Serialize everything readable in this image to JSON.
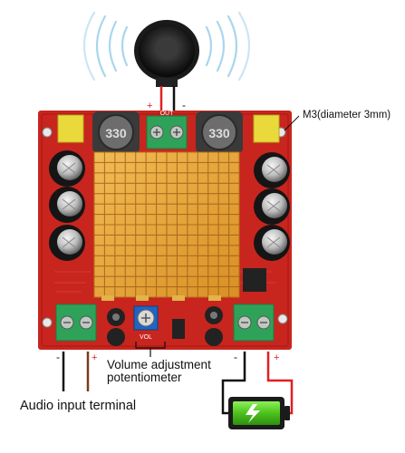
{
  "labels": {
    "mount_hole": "M3(diameter 3mm)",
    "volume_line1": "Volume adjustment",
    "volume_line2": "potentiometer",
    "audio_input": "Audio input terminal"
  },
  "board_marks": {
    "out_label": "OUT",
    "inductor_left": "330",
    "inductor_right": "330",
    "vol_mark": "VOL",
    "plus": "+",
    "minus": "-"
  },
  "colors": {
    "pcb": "#c8251e",
    "heatsink": "#e8a43a",
    "terminal": "#2fa25a",
    "positive_wire": "#e02020",
    "negative_wire": "#111111",
    "audio_wire": "#7a3a1c",
    "battery_green": "#5cd22a"
  },
  "icons": [
    "speaker-icon",
    "sound-wave-icon",
    "battery-icon",
    "lightning-icon"
  ]
}
